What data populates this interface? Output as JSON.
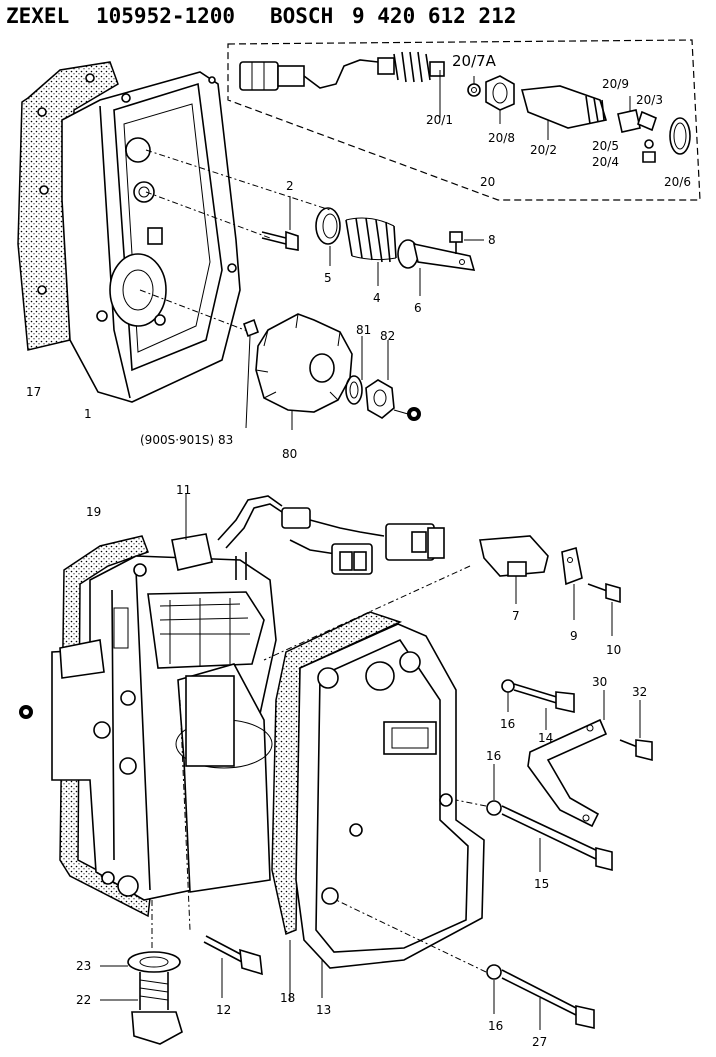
{
  "header": {
    "maker": "ZEXEL",
    "zexel_number": "105952-1200",
    "brand": "BOSCH",
    "bosch_number": "9 420 612 212"
  },
  "labels": {
    "l20_7A": "20/7A",
    "l20_9": "20/9",
    "l20_3": "20/3",
    "l20_1": "20/1",
    "l20_8": "20/8",
    "l20_2": "20/2",
    "l20_5": "20/5",
    "l20_4": "20/4",
    "l20_6": "20/6",
    "l20": "20",
    "l2": "2",
    "l8": "8",
    "l5": "5",
    "l4": "4",
    "l6": "6",
    "l81": "81",
    "l82": "82",
    "l17": "17",
    "l1": "1",
    "l83": "(900S·901S) 83",
    "l80": "80",
    "l11": "11",
    "l19": "19",
    "l7": "7",
    "l9": "9",
    "l10": "10",
    "l30": "30",
    "l32": "32",
    "l16a": "16",
    "l14": "14",
    "l16b": "16",
    "l15": "15",
    "l23": "23",
    "l22": "22",
    "l12": "12",
    "l18": "18",
    "l13": "13",
    "l16c": "16",
    "l27": "27"
  }
}
